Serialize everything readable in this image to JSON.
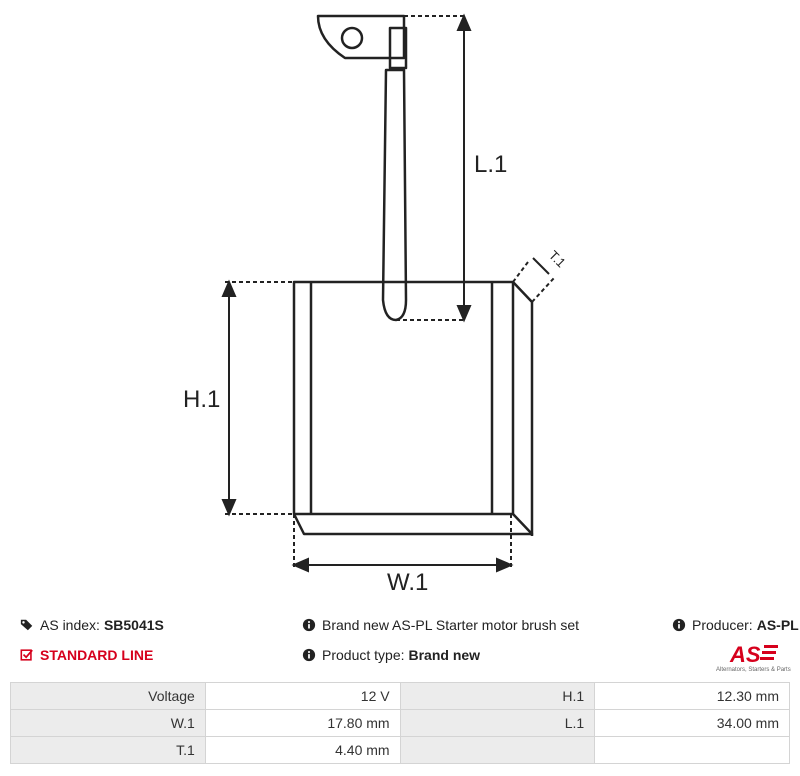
{
  "drawing": {
    "labels": {
      "l1": "L.1",
      "h1": "H.1",
      "w1": "W.1",
      "t1": "T.1"
    }
  },
  "info": {
    "as_index_label": "AS index:",
    "as_index_value": "SB5041S",
    "standard_line": "STANDARD LINE",
    "description": "Brand new AS-PL Starter motor brush set",
    "product_type_label": "Product type:",
    "product_type_value": "Brand new",
    "producer_label": "Producer:",
    "producer_value": "AS-PL"
  },
  "logo": {
    "mark": "AS",
    "tagline": "Alternators, Starters & Parts"
  },
  "specs": {
    "rows": [
      {
        "l1": "Voltage",
        "v1": "12 V",
        "l2": "H.1",
        "v2": "12.30 mm"
      },
      {
        "l1": "W.1",
        "v1": "17.80 mm",
        "l2": "L.1",
        "v2": "34.00 mm"
      },
      {
        "l1": "T.1",
        "v1": "4.40 mm",
        "l2": "",
        "v2": ""
      }
    ]
  },
  "colors": {
    "accent": "#d6001c",
    "line": "#222222",
    "table_label_bg": "#ececec"
  }
}
